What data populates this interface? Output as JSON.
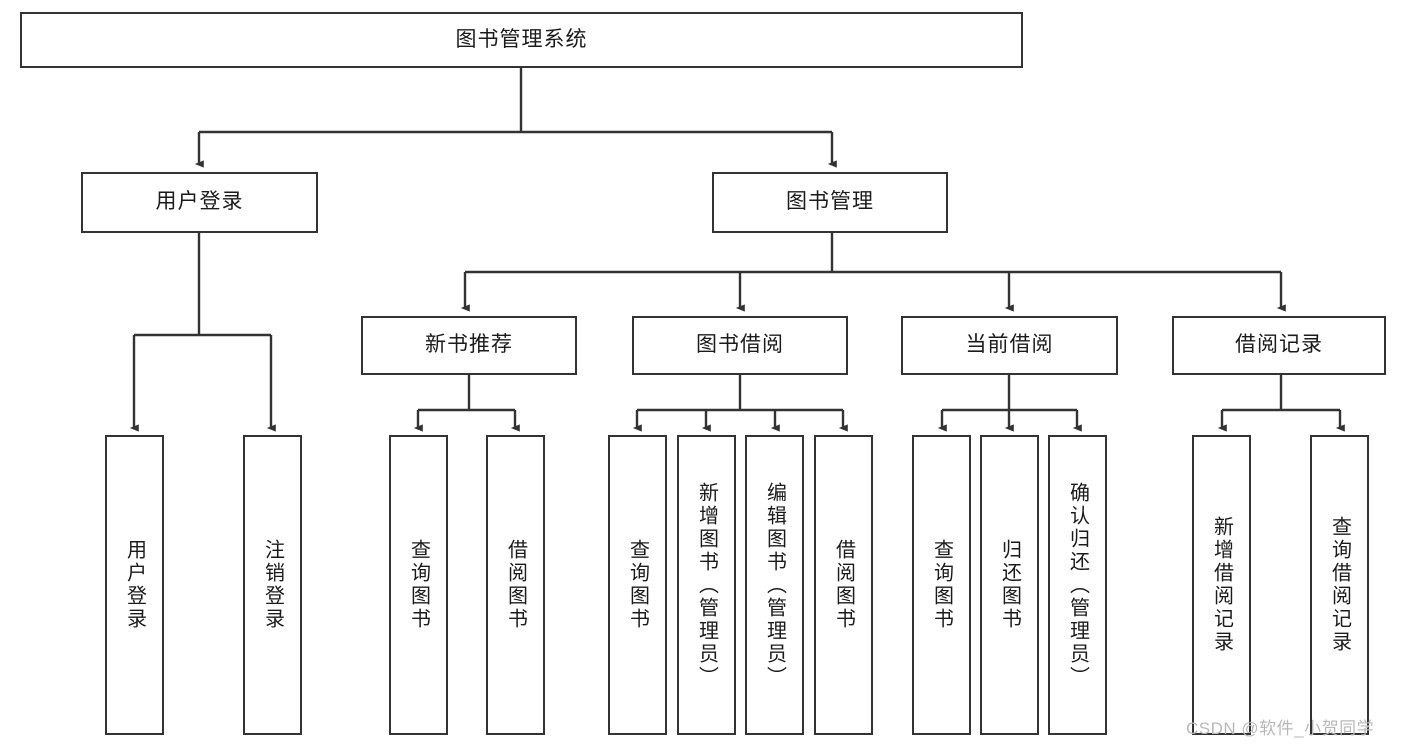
{
  "diagram": {
    "title": "图书管理系统",
    "type": "tree-hierarchy-chart",
    "colors": {
      "box_border": "#333333",
      "box_fill": "#ffffff",
      "edge": "#333333",
      "text": "#1b1b1b",
      "watermark": "#b9b9b9",
      "background": "#ffffff"
    },
    "watermark": "CSDN @软件_小贺同学",
    "root": {
      "id": "root",
      "label": "图书管理系统"
    },
    "level2": [
      {
        "id": "n-user-login",
        "label": "用户登录"
      },
      {
        "id": "n-book-manage",
        "label": "图书管理"
      }
    ],
    "level3": [
      {
        "id": "n-new-book-rec",
        "label": "新书推荐"
      },
      {
        "id": "n-book-borrow",
        "label": "图书借阅"
      },
      {
        "id": "n-current-borrow",
        "label": "当前借阅"
      },
      {
        "id": "n-borrow-record",
        "label": "借阅记录"
      }
    ],
    "leaves": {
      "user_login": [
        {
          "id": "leaf-user-login",
          "label": "用户登录"
        },
        {
          "id": "leaf-user-logout",
          "label": "注销登录"
        }
      ],
      "new_book_rec": [
        {
          "id": "leaf-query-book-1",
          "label": "查询图书"
        },
        {
          "id": "leaf-borrow-book-1",
          "label": "借阅图书"
        }
      ],
      "book_borrow": [
        {
          "id": "leaf-query-book-2",
          "label": "查询图书"
        },
        {
          "id": "leaf-add-book",
          "label": "新增图书（管理员）"
        },
        {
          "id": "leaf-edit-book",
          "label": "编辑图书（管理员）"
        },
        {
          "id": "leaf-borrow-book-2",
          "label": "借阅图书"
        }
      ],
      "current_borrow": [
        {
          "id": "leaf-query-book-3",
          "label": "查询图书"
        },
        {
          "id": "leaf-return-book",
          "label": "归还图书"
        },
        {
          "id": "leaf-confirm-return",
          "label": "确认归还（管理员）"
        }
      ],
      "borrow_record": [
        {
          "id": "leaf-add-record",
          "label": "新增借阅记录"
        },
        {
          "id": "leaf-query-record",
          "label": "查询借阅记录"
        }
      ]
    }
  }
}
